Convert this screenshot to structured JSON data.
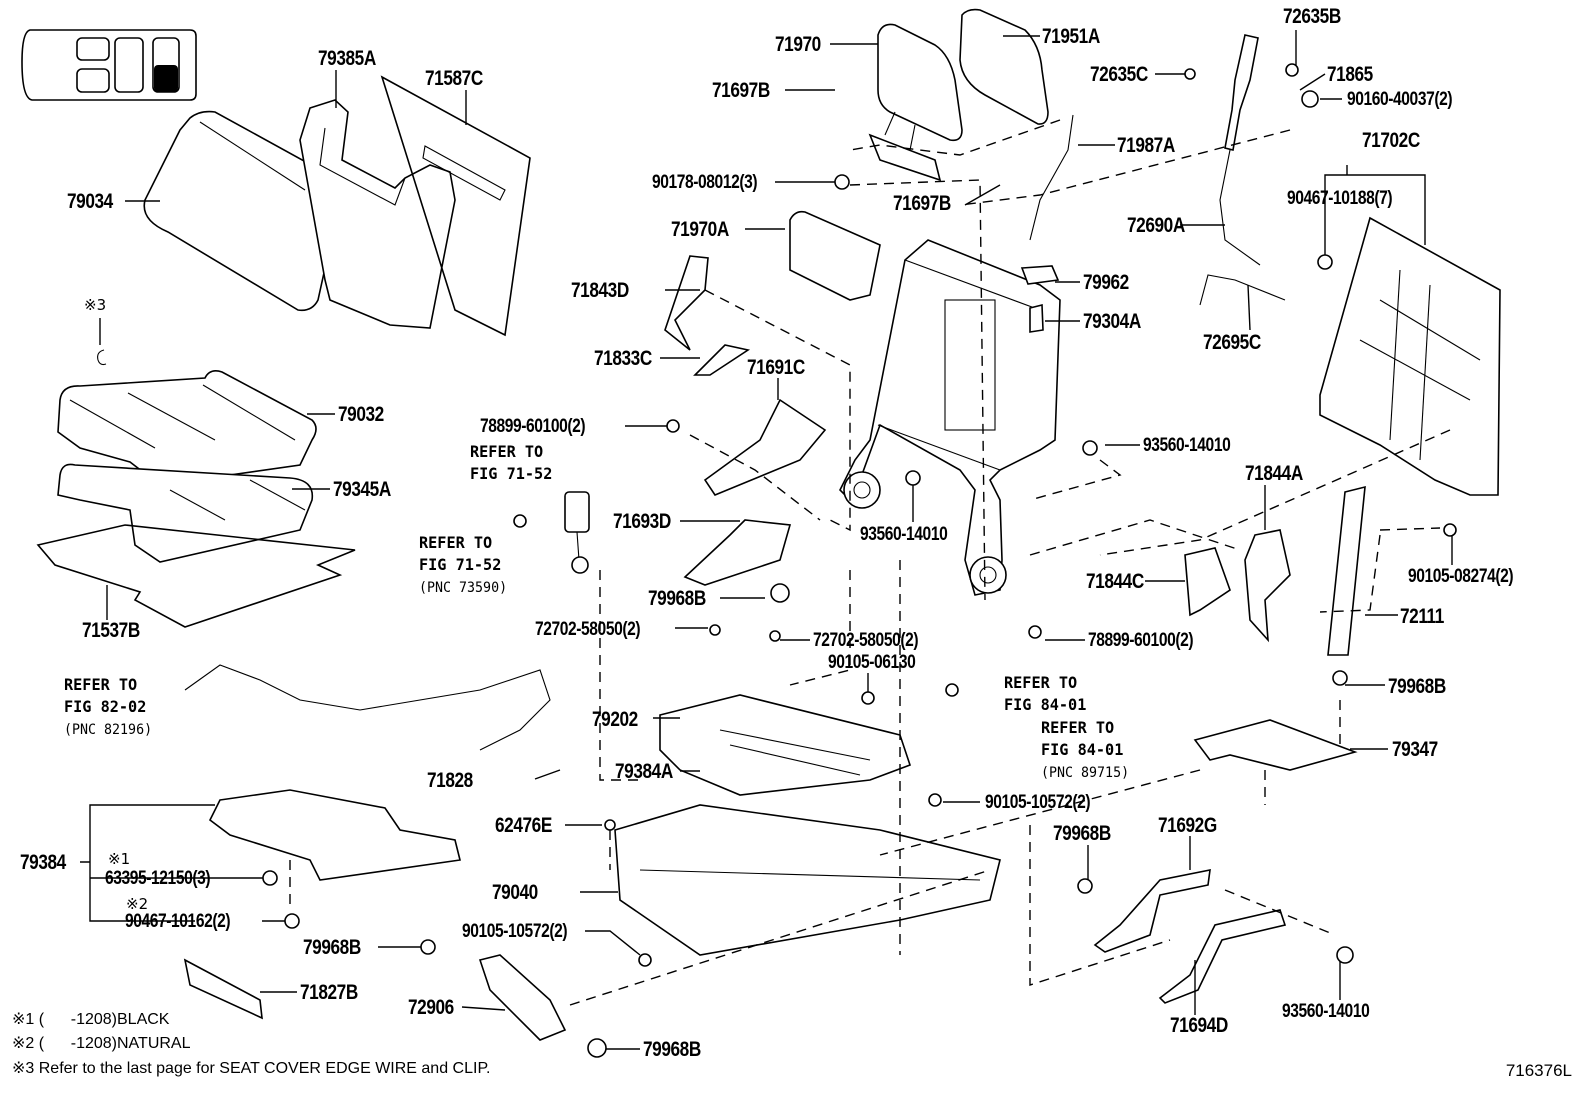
{
  "diagram": {
    "type": "exploded parts diagram",
    "subject": "Rear seat assembly (seat back, cushion, frames, covers, hardware)",
    "figure_id": "716376L",
    "vehicle_position_icon": {
      "name": "seat-position-icon",
      "highlighted_position": "third row right"
    },
    "labels": {
      "p79385A": "79385A",
      "p71587C": "71587C",
      "p79034": "79034",
      "p71970": "71970",
      "p71951A": "71951A",
      "p71697B_top": "71697B",
      "p90178": "90178-08012(3)",
      "p71697B_mid": "71697B",
      "p71987A": "71987A",
      "p72635B": "72635B",
      "p72635C": "72635C",
      "p71865": "71865",
      "p90160": "90160-40037(2)",
      "p71702C": "71702C",
      "p90467_10188": "90467-10188(7)",
      "p72690A": "72690A",
      "p71970A": "71970A",
      "p71843D": "71843D",
      "p79962": "79962",
      "p79304A": "79304A",
      "p72695C": "72695C",
      "p71833C": "71833C",
      "p71691C": "71691C",
      "p79032": "79032",
      "p78899_left": "78899-60100(2)",
      "p93560_right": "93560-14010",
      "p79345A": "79345A",
      "p71844A": "71844A",
      "p93560_mid": "93560-14010",
      "p71693D": "71693D",
      "p71844C": "71844C",
      "p90105_08274": "90105-08274(2)",
      "p71537B": "71537B",
      "p79968B_mid": "79968B",
      "p72111": "72111",
      "p72702_left": "72702-58050(2)",
      "p72702_right": "72702-58050(2)",
      "p78899_right": "78899-60100(2)",
      "p90105_06130": "90105-06130",
      "p79968B_right": "79968B",
      "p79202": "79202",
      "p79347": "79347",
      "p71828": "71828",
      "p79384A": "79384A",
      "p90105_10572_mid": "90105-10572(2)",
      "p62476E": "62476E",
      "p79968B_lowright": "79968B",
      "p71692G": "71692G",
      "p79384": "79384",
      "p63395": "63395-12150(3)",
      "p79040": "79040",
      "p90467_10162": "90467-10162(2)",
      "p90105_10572_low": "90105-10572(2)",
      "p79968B_lowleft": "79968B",
      "p71827B": "71827B",
      "p72906": "72906",
      "p79968B_bottom": "79968B",
      "p71694D": "71694D",
      "p93560_bottom": "93560-14010"
    },
    "references": {
      "seatbelt_top": {
        "line1": "REFER TO",
        "line2": "FIG 71-52"
      },
      "seatbelt_buckle": {
        "line1": "REFER TO",
        "line2": "FIG 71-52",
        "pnc": "(PNC 73590)"
      },
      "wire_harness": {
        "line1": "REFER TO",
        "line2": "FIG 82-02",
        "pnc": "(PNC 82196)"
      },
      "nut_84": {
        "line1": "REFER TO",
        "line2": "FIG 84-01"
      },
      "sensor_84": {
        "line1": "REFER TO",
        "line2": "FIG 84-01",
        "pnc": "(PNC 89715)"
      }
    },
    "marks": {
      "m3": "※3",
      "m1": "※1",
      "m2": "※2"
    },
    "footnotes": [
      "※1 (      -1208)BLACK",
      "※2 (      -1208)NATURAL",
      "※3 Refer to the last page for SEAT COVER EDGE WIRE and CLIP."
    ]
  }
}
